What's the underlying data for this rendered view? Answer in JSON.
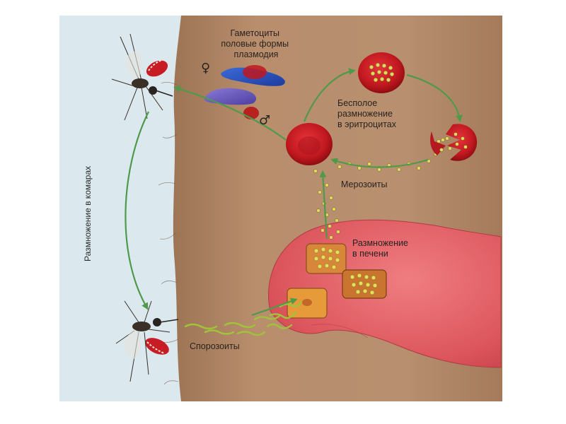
{
  "labels": {
    "gametocytes": [
      "Гаметоциты",
      "половые формы",
      "плазмодия"
    ],
    "asexual": [
      "Бесполое",
      "размножение",
      "в эритроцитах"
    ],
    "merozoites": "Мерозоиты",
    "liver": [
      "Размножение",
      "в печени"
    ],
    "sporozoites": "Спорозоиты",
    "mosquito_cycle": "Размножение в комарах",
    "female_symbol": "♀",
    "male_symbol": "♂"
  },
  "colors": {
    "background": "#ffffff",
    "sky": "#dbe9ee",
    "skin": "#b48a6a",
    "arrow": "#4f9a4a",
    "rbc": "#c0181f",
    "liver": "#e4646a",
    "parasite": "#e2d860"
  }
}
